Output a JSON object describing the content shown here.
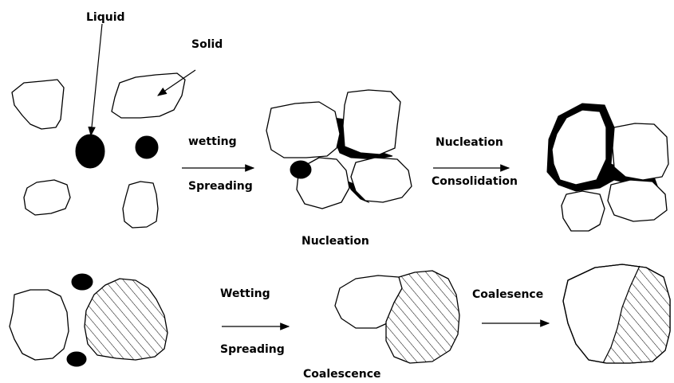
{
  "labels": {
    "liquid": "Liquid",
    "solid": "Solid",
    "wetting_top": "wetting",
    "spreading_top": "Spreading",
    "nucleation_arrow": "Nucleation",
    "consolidation": "Consolidation",
    "nucleation_caption": "Nucleation",
    "wetting_bottom": "Wetting",
    "spreading_bottom": "Spreading",
    "coalesence_arrow": "Coalesence",
    "coalescence_caption": "Coalescence"
  },
  "colors": {
    "line": "#000000",
    "background": "#ffffff",
    "liquid": "#000000"
  }
}
